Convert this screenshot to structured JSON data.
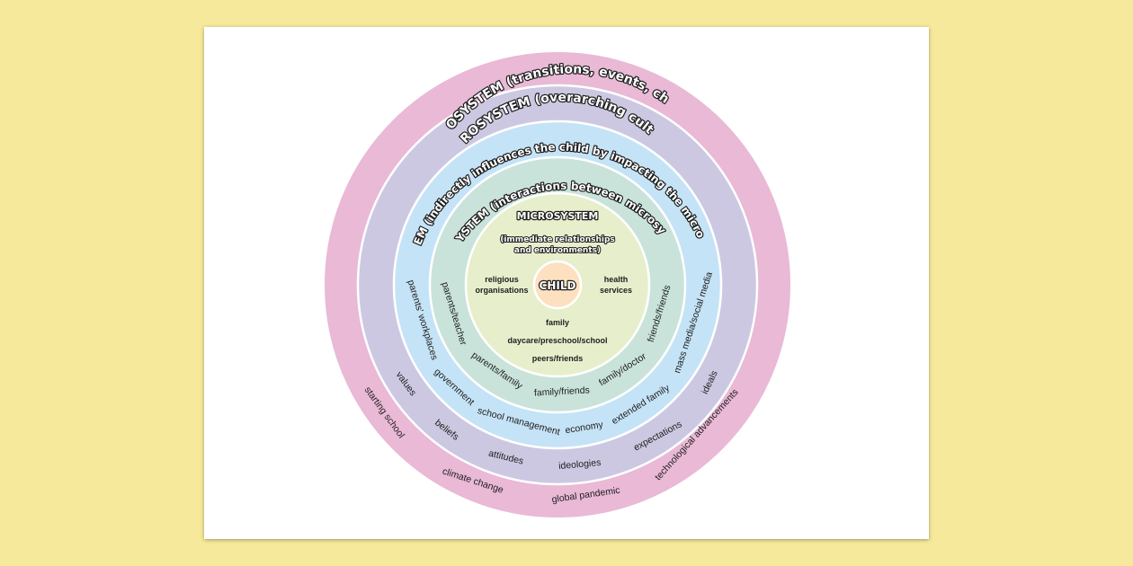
{
  "diagram": {
    "chronosystem": {
      "title": "CHRONOSYSTEM (transitions, events, changes)",
      "color": "#e9b9d6",
      "items": [
        "starting school",
        "climate change",
        "global pandemic",
        "technological advancements"
      ]
    },
    "macrosystem": {
      "title": "MACROSYSTEM (overarching culture)",
      "color": "#cdc8e2",
      "items": [
        "values",
        "beliefs",
        "attitudes",
        "ideologies",
        "expectations",
        "ideals"
      ]
    },
    "exosystem": {
      "title": "EXOSYSTEM (indirectly influences the child by impacting the microsystems)",
      "color": "#c5e3f6",
      "items": [
        "parents' workplaces",
        "government",
        "school management",
        "economy",
        "extended family",
        "mass media/social media"
      ]
    },
    "mesosystem": {
      "title": "MESOSYSTEM (interactions between microsystems)",
      "color": "#c9e3db",
      "items": [
        "parents/teacher",
        "parents/family",
        "family/friends",
        "family/doctor",
        "friends/friends"
      ]
    },
    "microsystem": {
      "title": "MICROSYSTEM",
      "subtitle_line1": "(immediate relationships",
      "subtitle_line2": "and environments)",
      "color": "#e7eecb",
      "items": {
        "left_line1": "religious",
        "left_line2": "organisations",
        "right_line1": "health",
        "right_line2": "services",
        "family": "family",
        "school": "daycare/preschool/school",
        "peers": "peers/friends"
      }
    },
    "child": {
      "label": "CHILD",
      "color": "#fde0c0"
    }
  }
}
